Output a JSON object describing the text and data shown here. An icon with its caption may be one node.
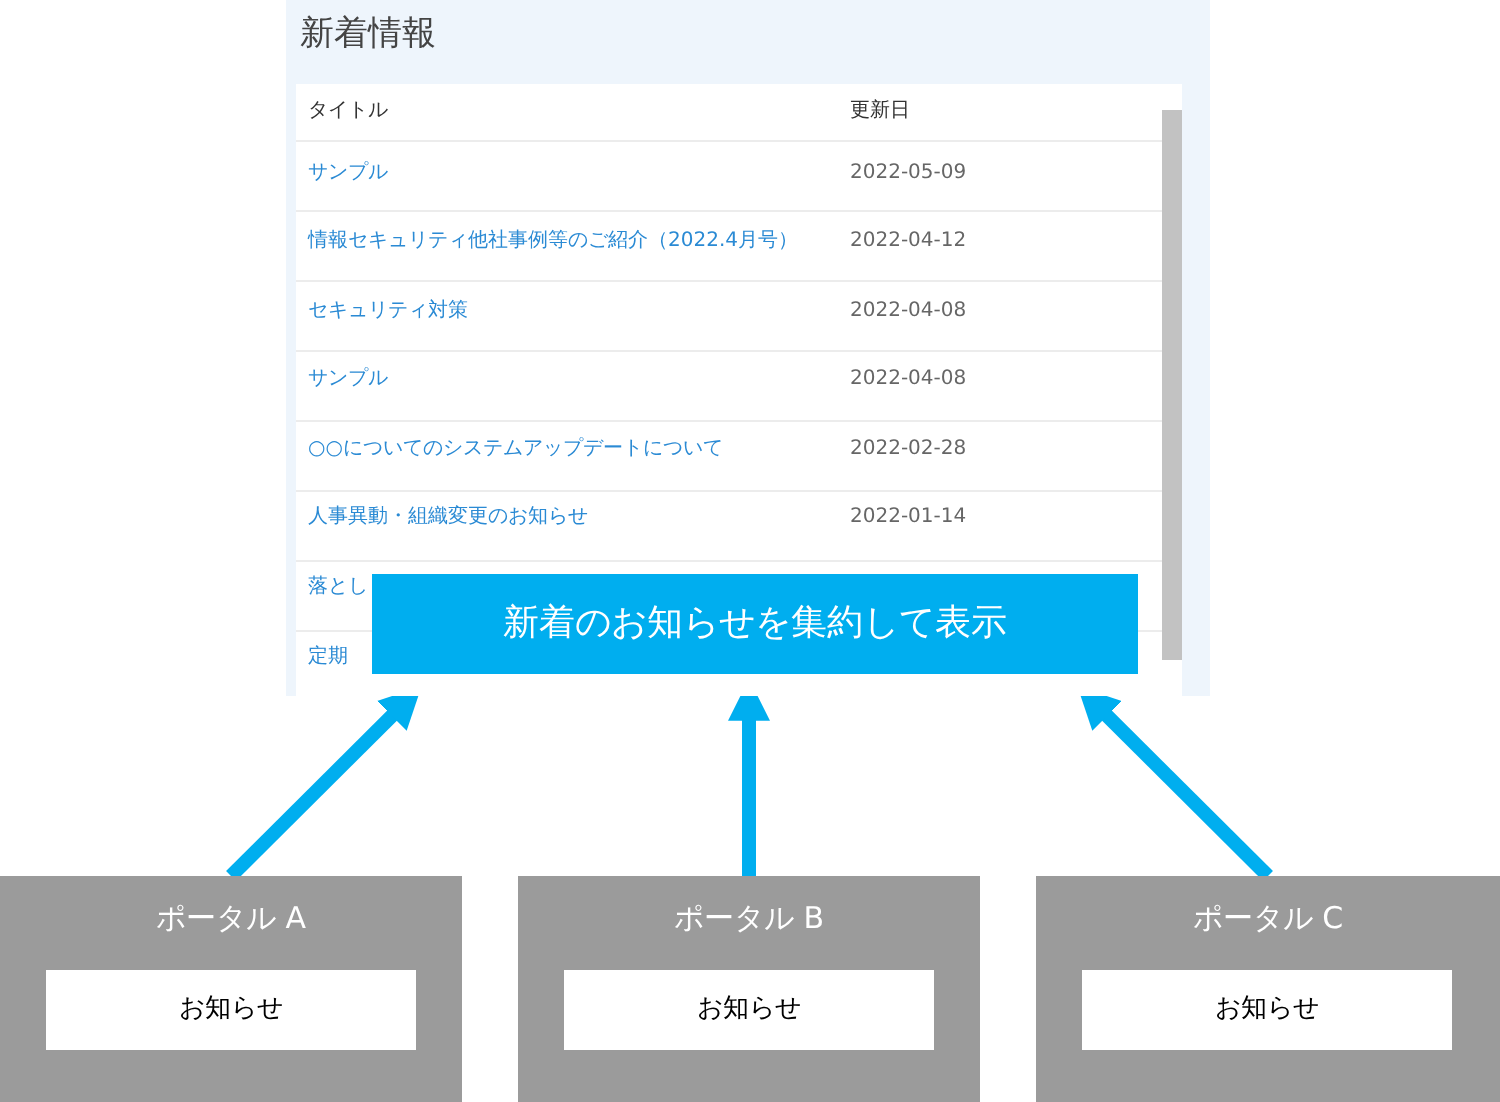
{
  "diagram": {
    "nodes": [
      {
        "text": [
          "新着情報"
        ]
      },
      {
        "text": [
          "新着のお知らせを集約して表示"
        ],
        "in": 0
      },
      {
        "text": [
          "ポータル A"
        ]
      },
      {
        "text": [
          "お知らせ"
        ],
        "in": 2
      },
      {
        "text": [
          "ポータル B"
        ]
      },
      {
        "text": [
          "お知らせ"
        ],
        "in": 4
      },
      {
        "text": [
          "ポータル C"
        ]
      },
      {
        "text": [
          "お知らせ"
        ],
        "in": 6
      }
    ],
    "edges": [
      {
        "from": 2,
        "to": 0,
        "arrow": "to"
      },
      {
        "from": 4,
        "to": 0,
        "arrow": "to"
      },
      {
        "from": 6,
        "to": 0,
        "arrow": "to"
      }
    ],
    "labels": [
      "タイトル",
      "更新日",
      "サンプル",
      "2022-05-09",
      "情報セキュリティ他社事例等のご紹介（2022.4月号）",
      "2022-04-12",
      "セキュリティ対策",
      "2022-04-08",
      "サンプル",
      "2022-04-08",
      "○○についてのシステムアップデートについて",
      "2022-02-28",
      "人事異動・組織変更のお知らせ",
      "2022-01-14",
      "落とし",
      "定期"
    ]
  }
}
